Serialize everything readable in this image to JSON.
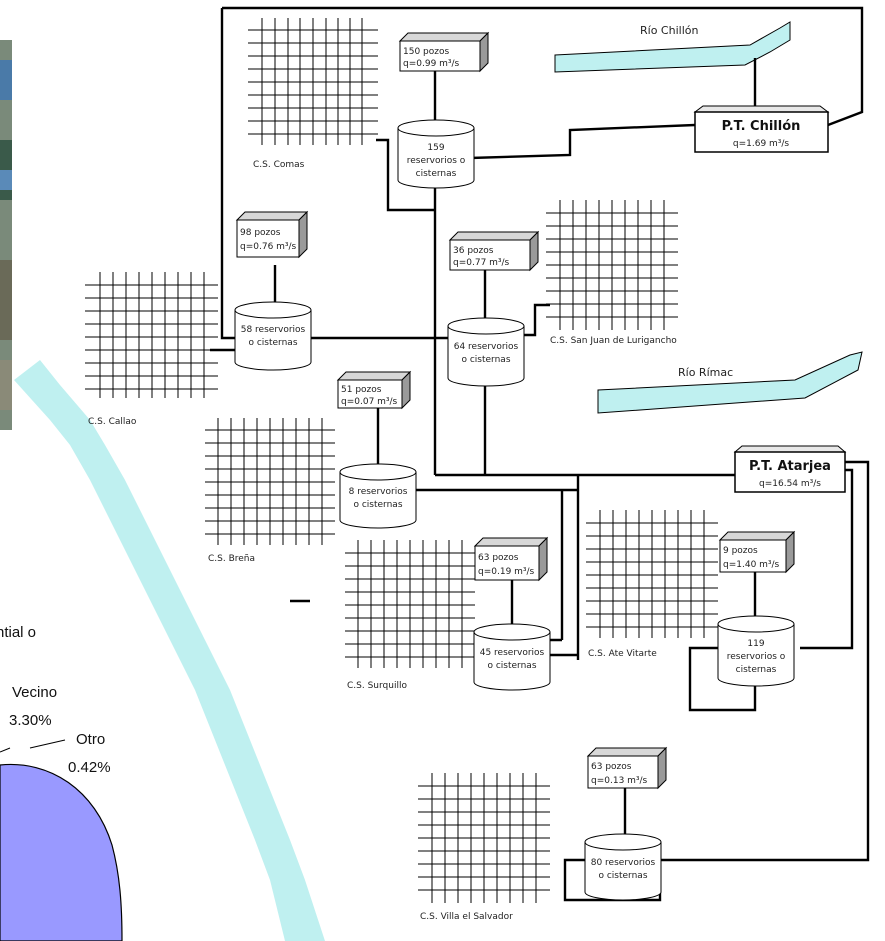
{
  "colors": {
    "river": "#bff0f0",
    "pie": "#9999ff",
    "cliff_green": "#3a6a4a",
    "cliff_blue": "#5a8ab8"
  },
  "rivers": {
    "chillon": "Río Chillón",
    "rimac": "Río Rímac"
  },
  "plants": {
    "chillon": {
      "name": "P.T. Chillón",
      "flow": "q=1.69 m³/s"
    },
    "atarjea": {
      "name": "P.T. Atarjea",
      "flow": "q=16.54 m³/s"
    }
  },
  "wells": {
    "comas": {
      "count": "150 pozos",
      "flow": "q=0.99 m³/s"
    },
    "callao": {
      "count": "98 pozos",
      "flow": "q=0.76 m³/s"
    },
    "sjl": {
      "count": "36 pozos",
      "flow": "q=0.77 m³/s"
    },
    "brena": {
      "count": "51 pozos",
      "flow": "q=0.07 m³/s"
    },
    "surquillo": {
      "count": "63 pozos",
      "flow": "q=0.19 m³/s"
    },
    "ate": {
      "count": "9 pozos",
      "flow": "q=1.40 m³/s"
    },
    "ves": {
      "count": "63 pozos",
      "flow": "q=0.13 m³/s"
    }
  },
  "reservoirs": {
    "comas": [
      "159",
      "reservorios o",
      "cisternas"
    ],
    "callao": [
      "58 reservorios",
      "o cisternas"
    ],
    "sjl": [
      "64 reservorios",
      "o cisternas"
    ],
    "brena": [
      "8 reservorios",
      "o cisternas"
    ],
    "surquillo": [
      "45 reservorios",
      "o cisternas"
    ],
    "ate": [
      "119",
      "reservorios o",
      "cisternas"
    ],
    "ves": [
      "80 reservorios",
      "o cisternas"
    ]
  },
  "districts": {
    "comas": "C.S. Comas",
    "callao": "C.S. Callao",
    "sjl": "C.S. San Juan de Lurigancho",
    "brena": "C.S. Breña",
    "surquillo": "C.S. Surquillo",
    "ate": "C.S. Ate Vitarte",
    "ves": "C.S. Villa el Salvador"
  },
  "pie_fragment": {
    "partial_label": "ntial o",
    "vecino_label": "Vecino",
    "vecino_value": "3.30%",
    "otro_label": "Otro",
    "otro_value": "0.42%"
  }
}
